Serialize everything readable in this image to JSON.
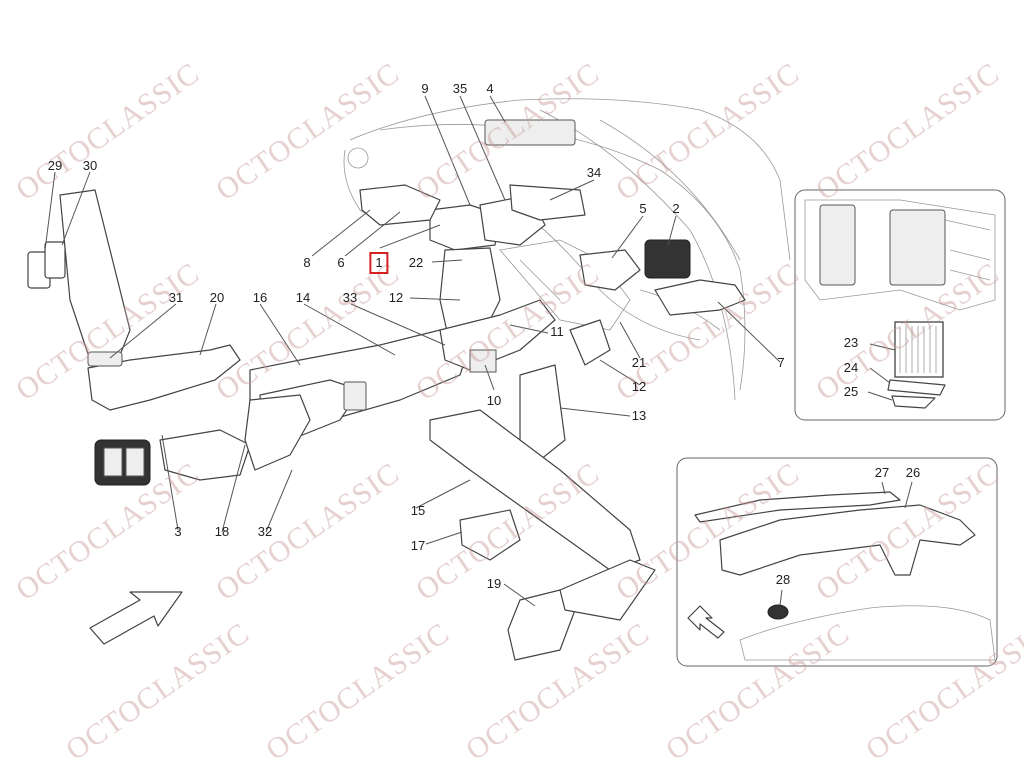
{
  "watermark": "OCTOCLASSIC",
  "selected_callout": "1",
  "colors": {
    "selection": "#d42020",
    "watermark": "#c89696"
  },
  "callouts": [
    "29",
    "30",
    "9",
    "35",
    "4",
    "34",
    "5",
    "2",
    "8",
    "6",
    "1",
    "22",
    "31",
    "20",
    "16",
    "14",
    "33",
    "12",
    "11",
    "21",
    "7",
    "10",
    "12",
    "13",
    "3",
    "18",
    "32",
    "15",
    "17",
    "19",
    "23",
    "24",
    "25",
    "27",
    "26",
    "28"
  ],
  "insets": [
    "filter-inset",
    "dashboard-inset"
  ],
  "arrows": [
    "front-direction-arrow",
    "inset-direction-arrow"
  ]
}
